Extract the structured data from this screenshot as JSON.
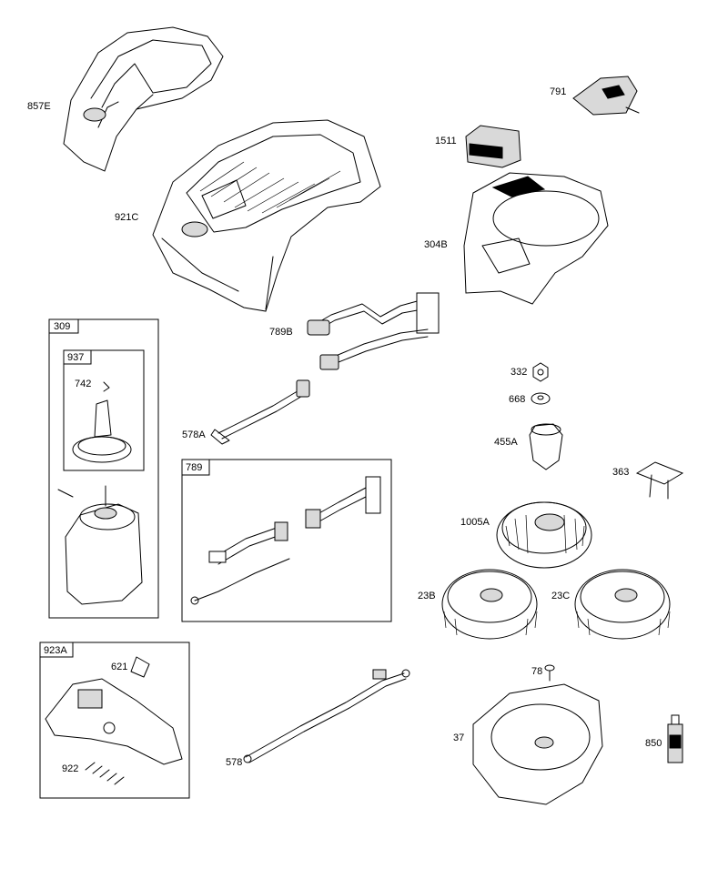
{
  "parts": {
    "p857e": "857E",
    "p921c": "921C",
    "p791": "791",
    "p1511": "1511",
    "p304b": "304B",
    "p789b": "789B",
    "p578a": "578A",
    "p332": "332",
    "p668": "668",
    "p455a": "455A",
    "p363": "363",
    "p1005a": "1005A",
    "p23b": "23B",
    "p23c": "23C",
    "p78": "78",
    "p850": "850",
    "p37": "37",
    "p578": "578",
    "p742": "742",
    "p621": "621",
    "p922": "922"
  },
  "boxes": {
    "b309": "309",
    "b937": "937",
    "b789": "789",
    "b923a": "923A"
  }
}
